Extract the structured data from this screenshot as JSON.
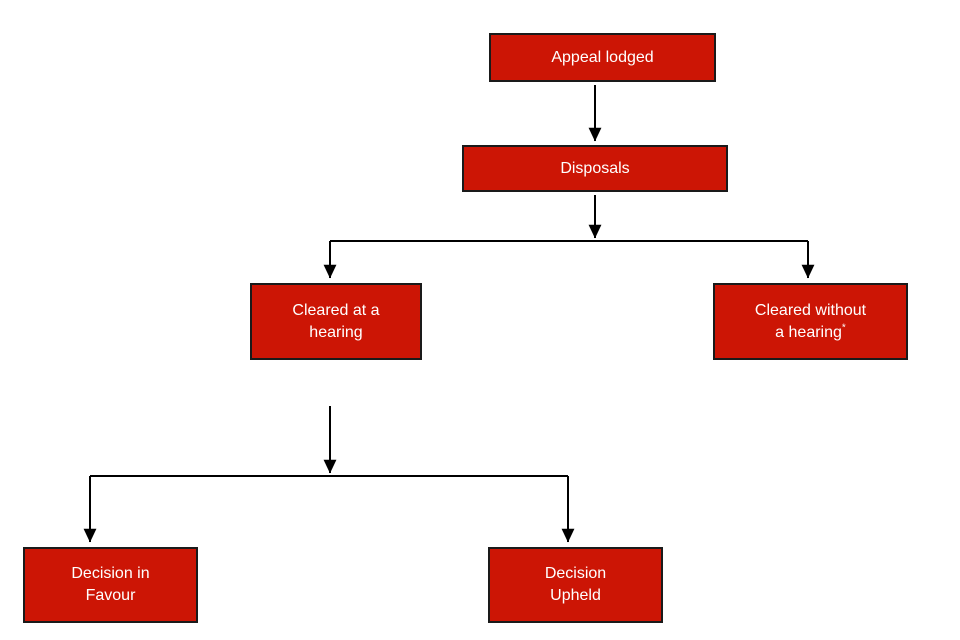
{
  "diagram": {
    "type": "flowchart",
    "direction": "top-down",
    "nodes": [
      {
        "id": "appeal-lodged",
        "label": "Appeal lodged"
      },
      {
        "id": "disposals",
        "label": "Disposals"
      },
      {
        "id": "cleared-at-hearing",
        "label": "Cleared at a\nhearing"
      },
      {
        "id": "cleared-without-hearing",
        "label": "Cleared without\na hearing",
        "suffix": "*"
      },
      {
        "id": "decision-in-favour",
        "label": "Decision in\nFavour"
      },
      {
        "id": "decision-upheld",
        "label": "Decision\nUpheld"
      }
    ],
    "edges": [
      {
        "from": "Appeal lodged",
        "to": "Disposals"
      },
      {
        "from": "Disposals",
        "to": "Cleared at a hearing"
      },
      {
        "from": "Disposals",
        "to": "Cleared without a hearing*"
      },
      {
        "from": "Cleared at a hearing",
        "to": "Decision in Favour"
      },
      {
        "from": "Cleared at a hearing",
        "to": "Decision Upheld"
      }
    ],
    "colors": {
      "box_fill": "#CC1505",
      "box_border": "#1A1A1A",
      "box_text": "#FFFFFF",
      "connector": "#000000",
      "background": "#FFFFFF"
    }
  }
}
